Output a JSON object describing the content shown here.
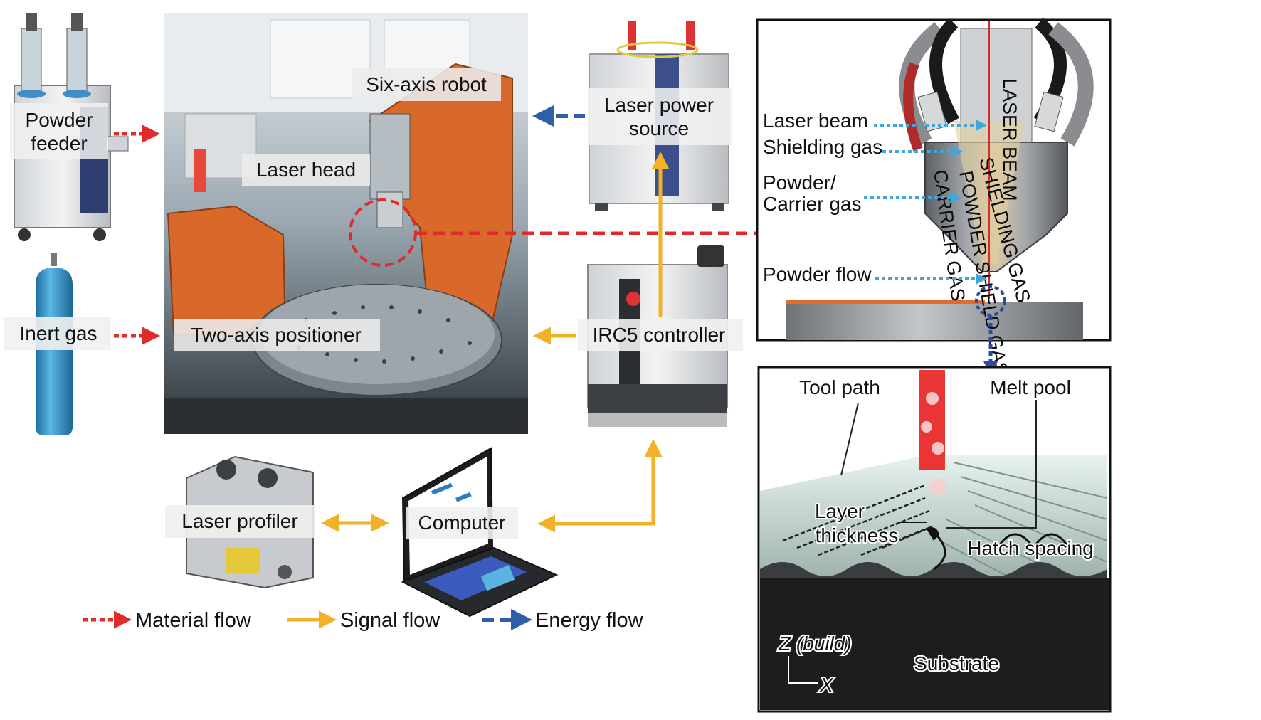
{
  "colors": {
    "material_flow": "#e02b2b",
    "signal_flow": "#f2b126",
    "energy_flow": "#2f5fa8",
    "nozzle_flow": "#3fa7db",
    "robot_orange": "#d9692a",
    "cylinder_blue": "#3b9bd1"
  },
  "equipment": {
    "powder_feeder": "Powder feeder",
    "inert_gas": "Inert gas",
    "six_axis_robot": "Six-axis robot",
    "laser_head": "Laser head",
    "two_axis_positioner": "Two-axis positioner",
    "laser_power_source": "Laser power source",
    "irc5_controller": "IRC5 controller",
    "laser_profiler": "Laser profiler",
    "computer": "Computer"
  },
  "nozzle": {
    "laser_beam": "Laser beam",
    "shielding_gas": "Shielding gas",
    "powder_carrier_gas_1": "Powder/",
    "powder_carrier_gas_2": "Carrier gas",
    "powder_flow": "Powder flow",
    "nozzle_text_1": "LASER BEAM",
    "nozzle_text_2": "SHIELDING GAS",
    "nozzle_text_3": "POWDER SHIELD GAS",
    "nozzle_text_4": "CARRIER GAS"
  },
  "deposition": {
    "tool_path": "Tool path",
    "melt_pool": "Melt pool",
    "layer_thickness_1": "Layer",
    "layer_thickness_2": "thickness",
    "hatch_spacing": "Hatch spacing",
    "z_axis": "Z (build)",
    "x_axis": "X",
    "substrate": "Substrate"
  },
  "legend": {
    "material_flow": "Material flow",
    "signal_flow": "Signal flow",
    "energy_flow": "Energy flow"
  }
}
